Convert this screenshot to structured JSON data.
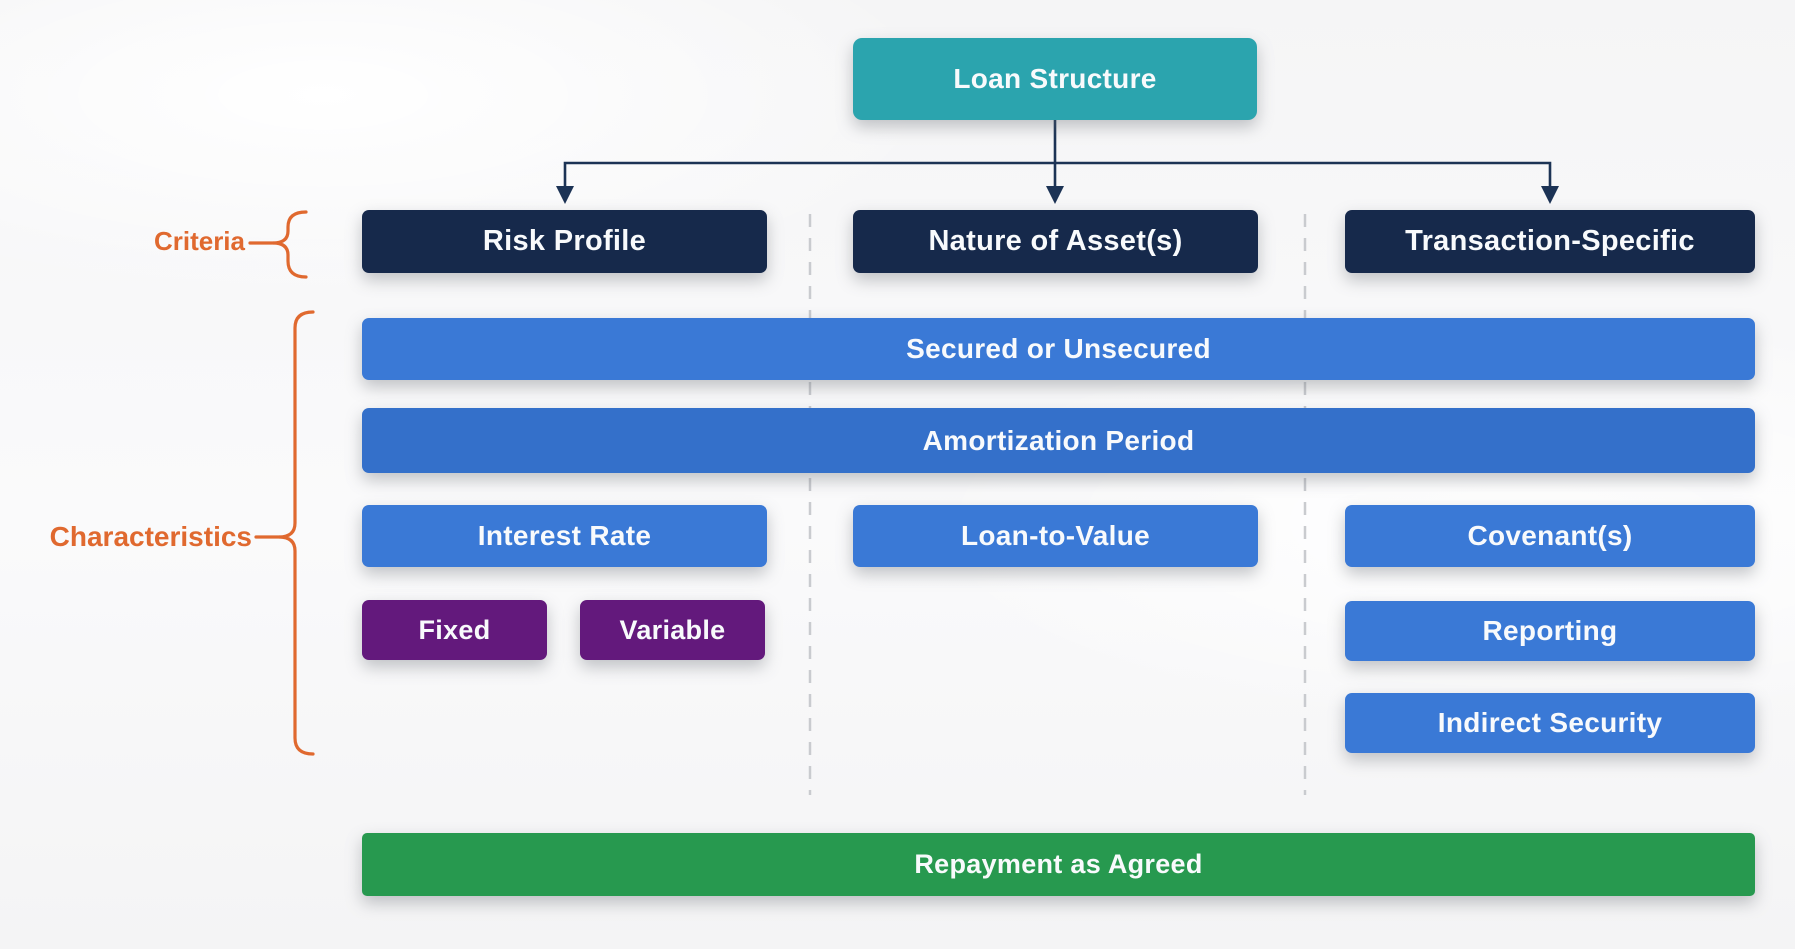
{
  "diagram_title": "Loan Structure",
  "root": {
    "label": "Loan Structure"
  },
  "labels": {
    "criteria": "Criteria",
    "characteristics": "Characteristics"
  },
  "criteria": [
    {
      "label": "Risk Profile"
    },
    {
      "label": "Nature of Asset(s)"
    },
    {
      "label": "Transaction-Specific"
    }
  ],
  "characteristics": {
    "shared": [
      "Secured or Unsecured",
      "Amortization Period"
    ],
    "risk_profile": {
      "interest_rate": "Interest Rate",
      "rate_types": [
        "Fixed",
        "Variable"
      ]
    },
    "nature_of_assets": {
      "loan_to_value": "Loan-to-Value"
    },
    "transaction_specific": [
      "Covenant(s)",
      "Reporting",
      "Indirect Security"
    ]
  },
  "outcome": {
    "label": "Repayment as Agreed"
  },
  "colors": {
    "teal": "#2ba4ae",
    "navy": "#16294b",
    "blue": "#3a79d6",
    "blue_dark": "#3470ca",
    "purple": "#63197c",
    "green": "#27994f",
    "orange": "#e0692f",
    "connector": "#1c3355",
    "divider": "#c9cbcf"
  }
}
